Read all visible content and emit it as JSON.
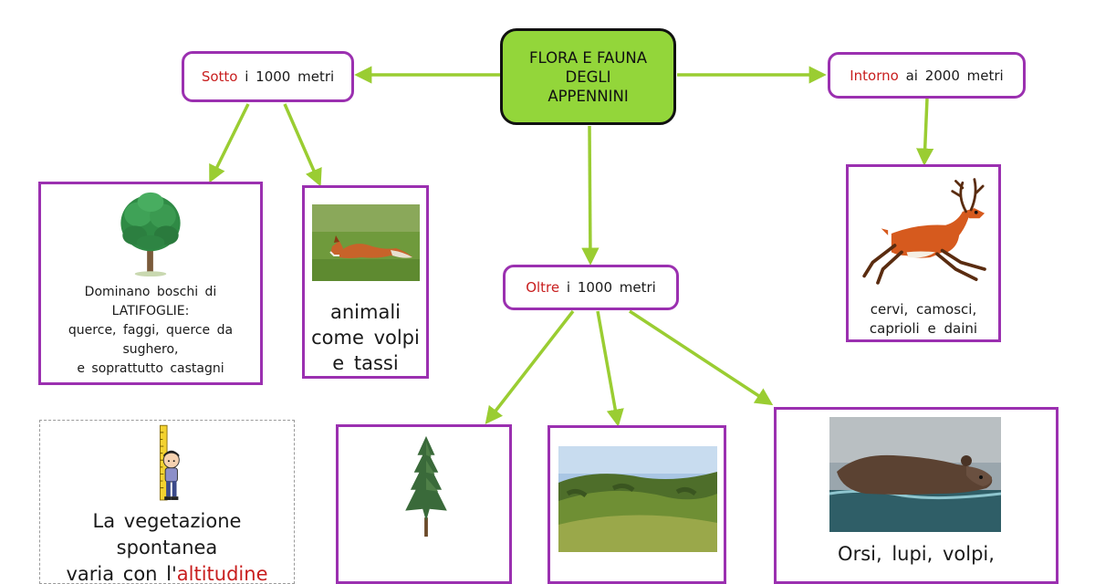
{
  "colors": {
    "arrow": "#9acd32",
    "border": "#9b30b0",
    "central_fill": "#93d63a",
    "highlight": "#c81e1e"
  },
  "central": {
    "lines": [
      "FLORA E FAUNA",
      "DEGLI",
      "APPENNINI"
    ]
  },
  "branches": {
    "sotto": {
      "highlight": "Sotto",
      "rest": " i 1000 metri"
    },
    "oltre": {
      "highlight": "Oltre",
      "rest": " i 1000 metri"
    },
    "intorno": {
      "highlight": "Intorno",
      "rest": " ai 2000 metri"
    }
  },
  "boxes": {
    "latifoglie": {
      "icon": "deciduous-tree-icon",
      "lines": [
        "Dominano boschi di",
        "LATIFOGLIE:",
        "querce, faggi, querce da",
        "sughero,",
        "e soprattutto castagni"
      ]
    },
    "volpi": {
      "icon": "fox-photo",
      "lines": [
        "animali",
        "come volpi",
        "e tassi"
      ]
    },
    "cervi": {
      "icon": "deer-icon",
      "lines": [
        "cervi, camosci,",
        "caprioli e daini"
      ]
    },
    "conifere": {
      "icon": "conifer-tree-icon"
    },
    "pascoli": {
      "icon": "meadow-photo"
    },
    "orsi": {
      "icon": "bear-photo",
      "lines": [
        "Orsi, lupi, volpi,"
      ]
    }
  },
  "note": {
    "icon": "child-height-ruler-icon",
    "line1": "La vegetazione",
    "line2": "spontanea",
    "line3_before": "varia con l'",
    "line3_highlight": "altitudine"
  }
}
